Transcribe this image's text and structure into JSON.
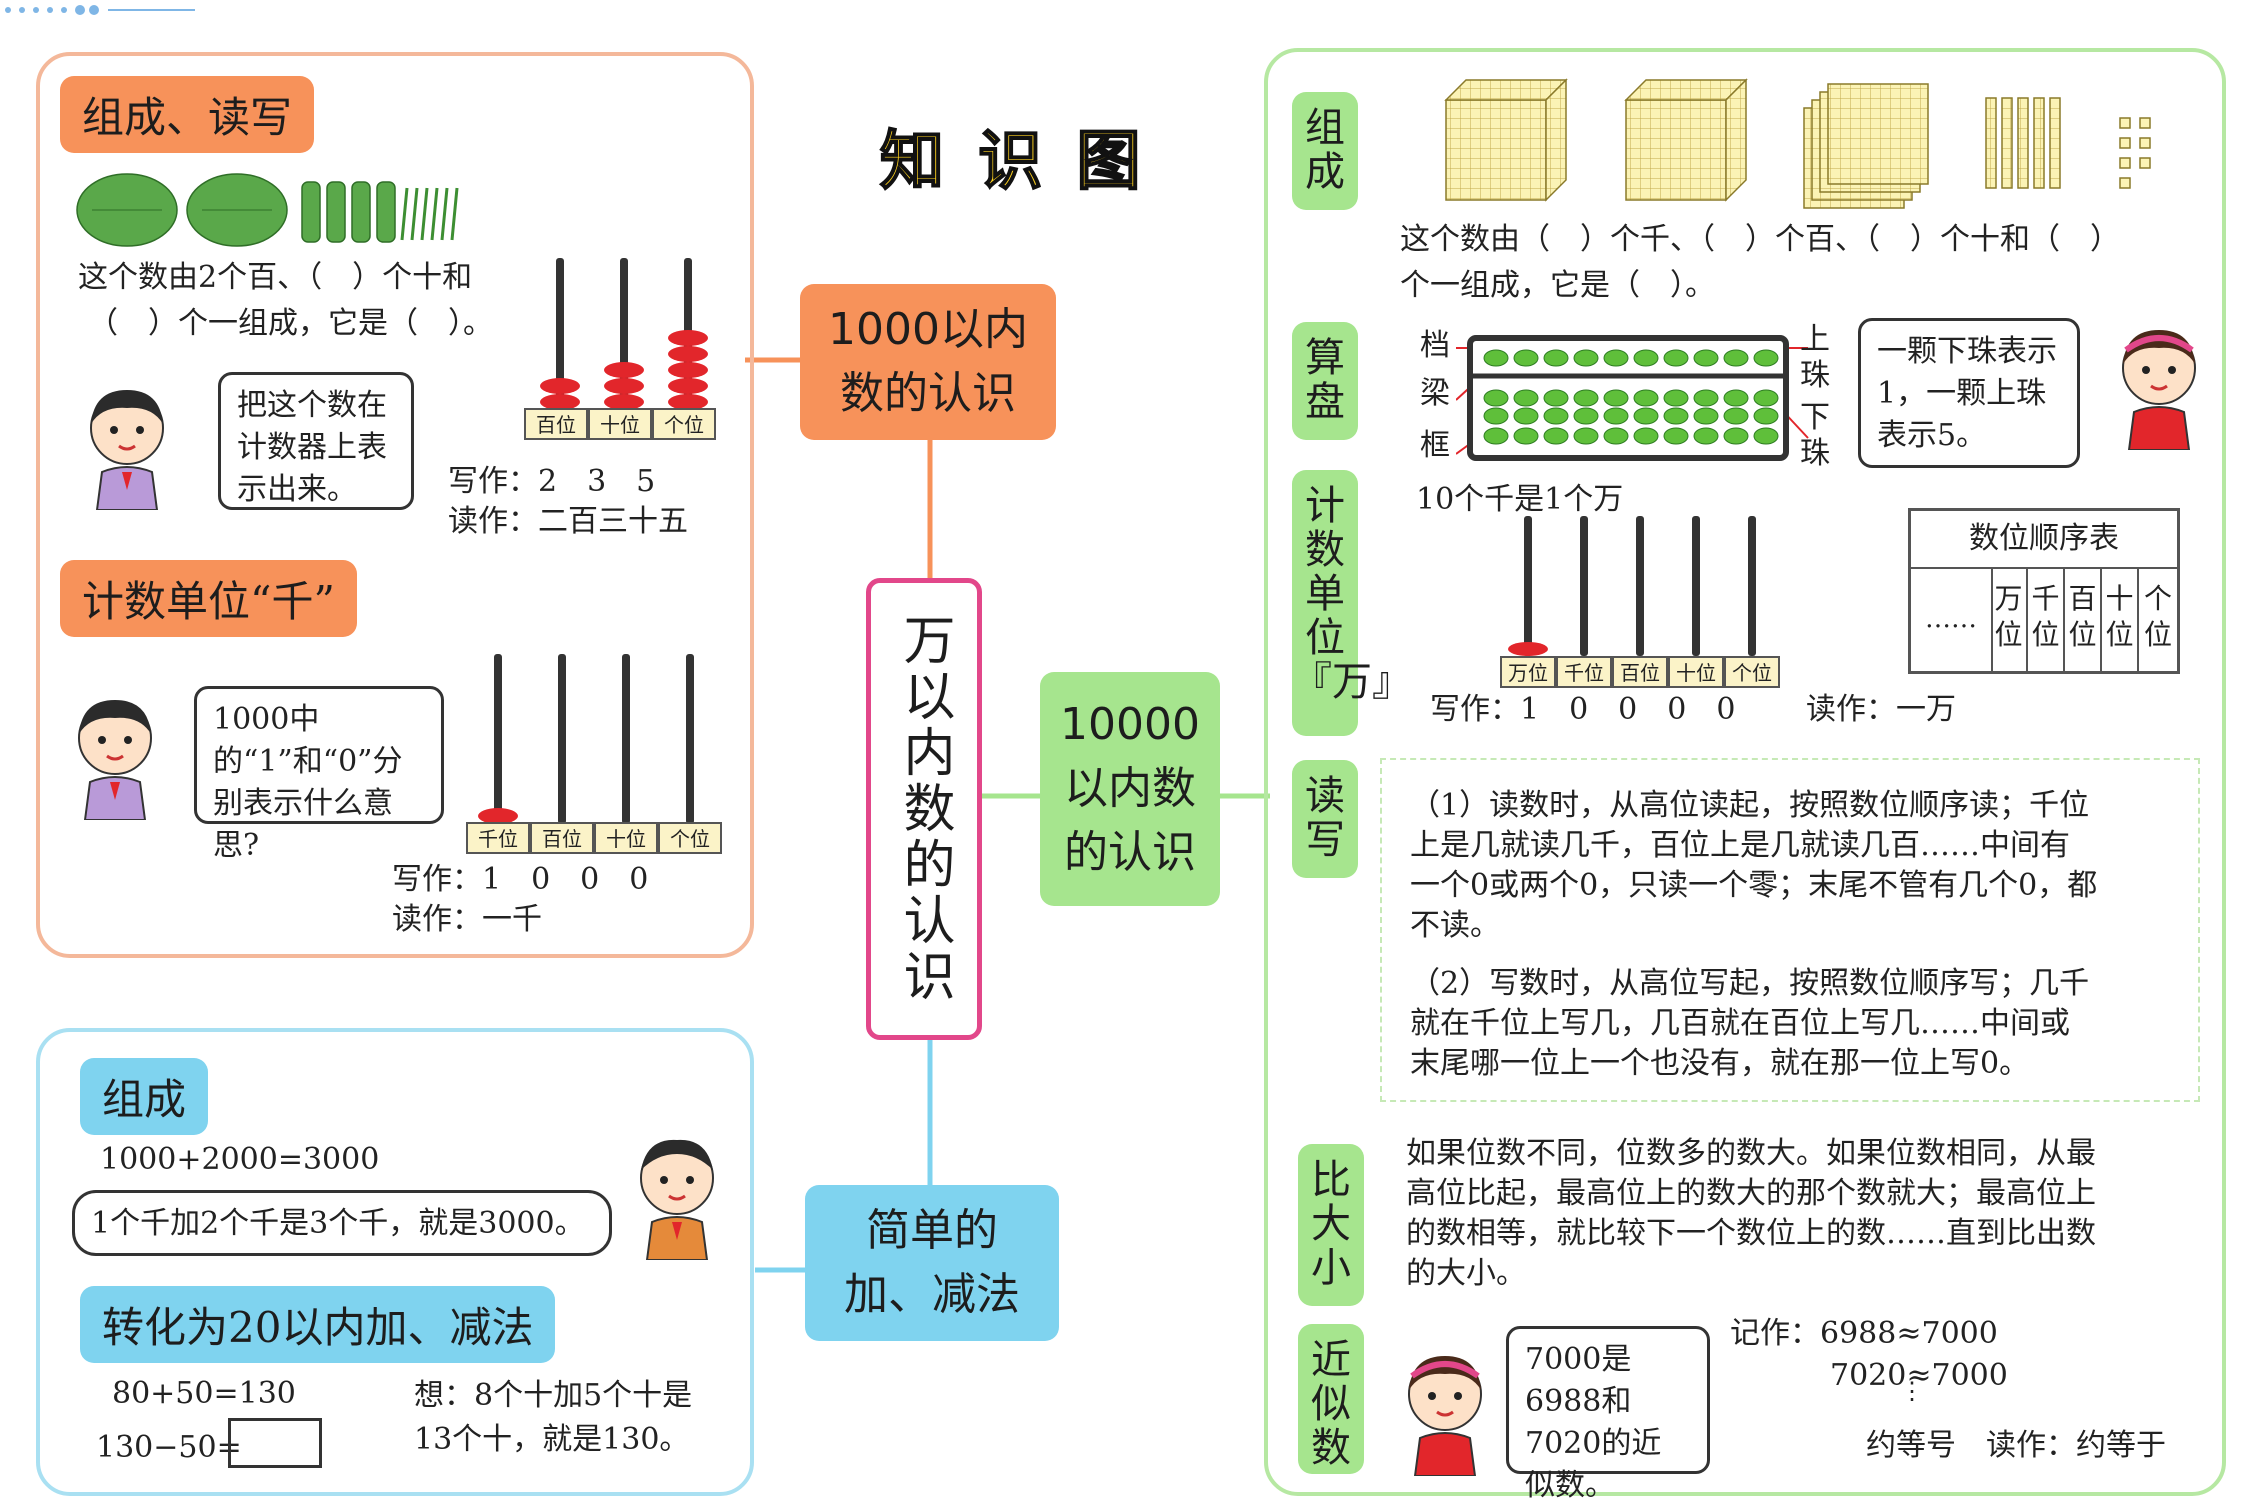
{
  "title": "知 识 图",
  "center": "万以内数的认识",
  "nodes": {
    "n1000": "1000以内数的认识",
    "n10000": "10000以内数的认识",
    "addsub": "简单的加、减法"
  },
  "left_top": {
    "tag1": "组成、读写",
    "q1": "这个数由2个百、（　）个十和",
    "q2": "（　）个一组成，它是（　）。",
    "bubble": "把这个数在计数器上表示出来。",
    "places": [
      "百位",
      "十位",
      "个位"
    ],
    "write": "写作：2　3　5",
    "read": "读作：二百三十五",
    "tag2": "计数单位“千”",
    "bubble2": "1000中的“1”和“0”分别表示什么意思?",
    "places2": [
      "千位",
      "百位",
      "十位",
      "个位"
    ],
    "write2": "写作：1　0　0　0",
    "read2": "读作：一千"
  },
  "left_bottom": {
    "tag1": "组成",
    "eq": "1000+2000=3000",
    "bubble": "1个千加2个千是3个千，就是3000。",
    "tag2": "转化为20以内加、减法",
    "eq1": "80+50=130",
    "eq2": "130−50=",
    "think1": "想：8个十加5个十是",
    "think2": "13个十，就是130。"
  },
  "right": {
    "tags": [
      "组成",
      "算盘",
      "计数单位『万』",
      "读写",
      "比大小",
      "近似数"
    ],
    "comp1": "这个数由（　）个千、（　）个百、（　）个十和（　）",
    "comp2": "个一组成，它是（　）。",
    "abacus_left": [
      "档",
      "梁",
      "框"
    ],
    "abacus_right": [
      "上珠",
      "下珠"
    ],
    "abacus_bubble": "一颗下珠表示1，一颗上珠表示5。",
    "ten_thousand": "10个千是1个万",
    "places": [
      "万位",
      "千位",
      "百位",
      "十位",
      "个位"
    ],
    "write": "写作：1　0　0　0　0",
    "read": "读作：一万",
    "table_title": "数位顺序表",
    "table_dots": "……",
    "table_cols": [
      "万位",
      "千位",
      "百位",
      "十位",
      "个位"
    ],
    "rw1": [
      "（1）读数时，从高位读起，按照数位顺序读；千位",
      "上是几就读几千，百位上是几就读几百……中间有",
      "一个0或两个0，只读一个零；末尾不管有几个0，都",
      "不读。"
    ],
    "rw2": [
      "（2）写数时，从高位写起，按照数位顺序写；几千",
      "就在千位上写几，几百就在百位上写几……中间或",
      "末尾哪一位上一个也没有，就在那一位上写0。"
    ],
    "cmp": [
      "如果位数不同，位数多的数大。如果位数相同，从最",
      "高位比起，最高位上的数大的那个数就大；最高位上",
      "的数相等，就比较下一个数位上的数……直到比出数",
      "的大小。"
    ],
    "approx_bubble": "7000是6988和7020的近似数。",
    "approx1": "记作：6988≈7000",
    "approx2": "7020≈7000",
    "approx3": "约等号　读作：约等于"
  },
  "colors": {
    "orange": "#f7925a",
    "blue": "#7fd3ef",
    "green": "#a6e58e",
    "pink": "#e2478a",
    "red": "#e2262b"
  }
}
